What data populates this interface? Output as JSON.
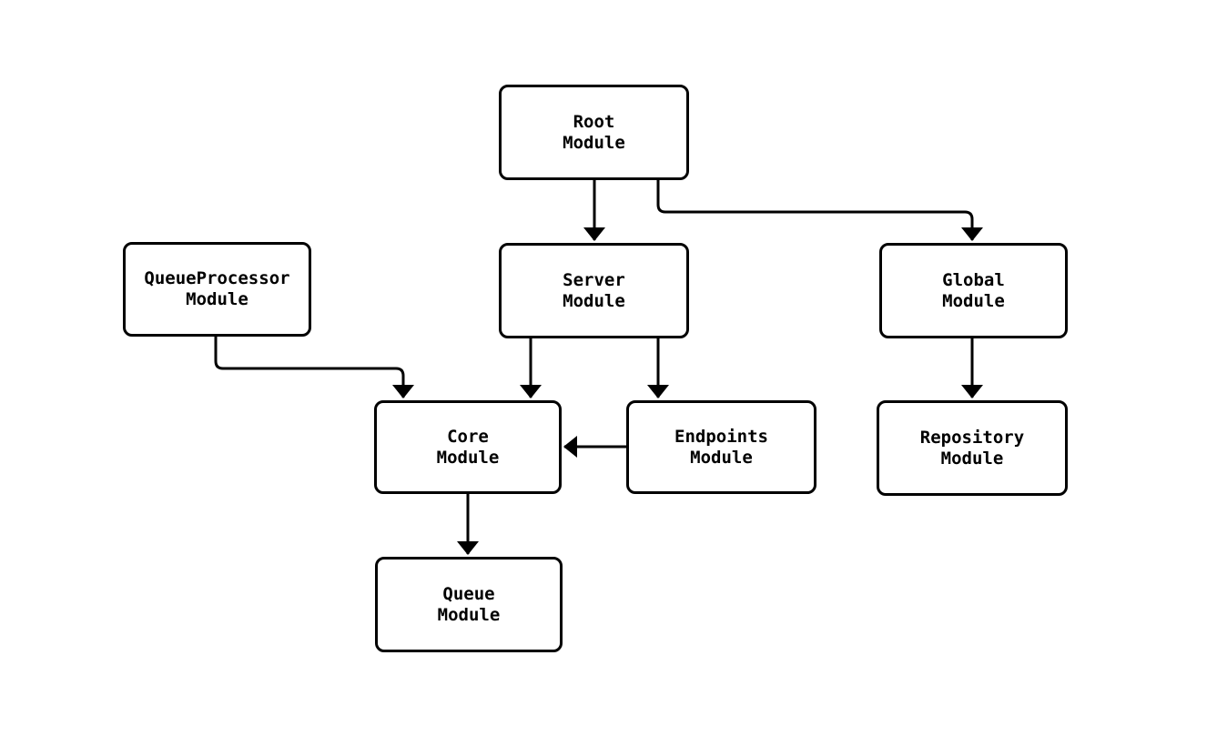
{
  "diagram": {
    "type": "flowchart",
    "background_color": "#ffffff",
    "node_fill_color": "#ffffff",
    "node_border_color": "#000000",
    "text_color": "#000000",
    "arrow_color": "#000000",
    "nodes": [
      {
        "id": "root",
        "lines": [
          "Root",
          "Module"
        ]
      },
      {
        "id": "queueprocessor",
        "lines": [
          "QueueProcessor",
          "Module"
        ]
      },
      {
        "id": "server",
        "lines": [
          "Server",
          "Module"
        ]
      },
      {
        "id": "global",
        "lines": [
          "Global",
          "Module"
        ]
      },
      {
        "id": "core",
        "lines": [
          "Core",
          "Module"
        ]
      },
      {
        "id": "endpoints",
        "lines": [
          "Endpoints",
          "Module"
        ]
      },
      {
        "id": "repository",
        "lines": [
          "Repository",
          "Module"
        ]
      },
      {
        "id": "queue",
        "lines": [
          "Queue",
          "Module"
        ]
      }
    ],
    "edges": [
      {
        "from": "Root Module",
        "to": "Server Module"
      },
      {
        "from": "Root Module",
        "to": "Global Module"
      },
      {
        "from": "QueueProcessor Module",
        "to": "Core Module"
      },
      {
        "from": "Server Module",
        "to": "Core Module"
      },
      {
        "from": "Server Module",
        "to": "Endpoints Module"
      },
      {
        "from": "Endpoints Module",
        "to": "Core Module"
      },
      {
        "from": "Global Module",
        "to": "Repository Module"
      },
      {
        "from": "Core Module",
        "to": "Queue Module"
      }
    ]
  }
}
